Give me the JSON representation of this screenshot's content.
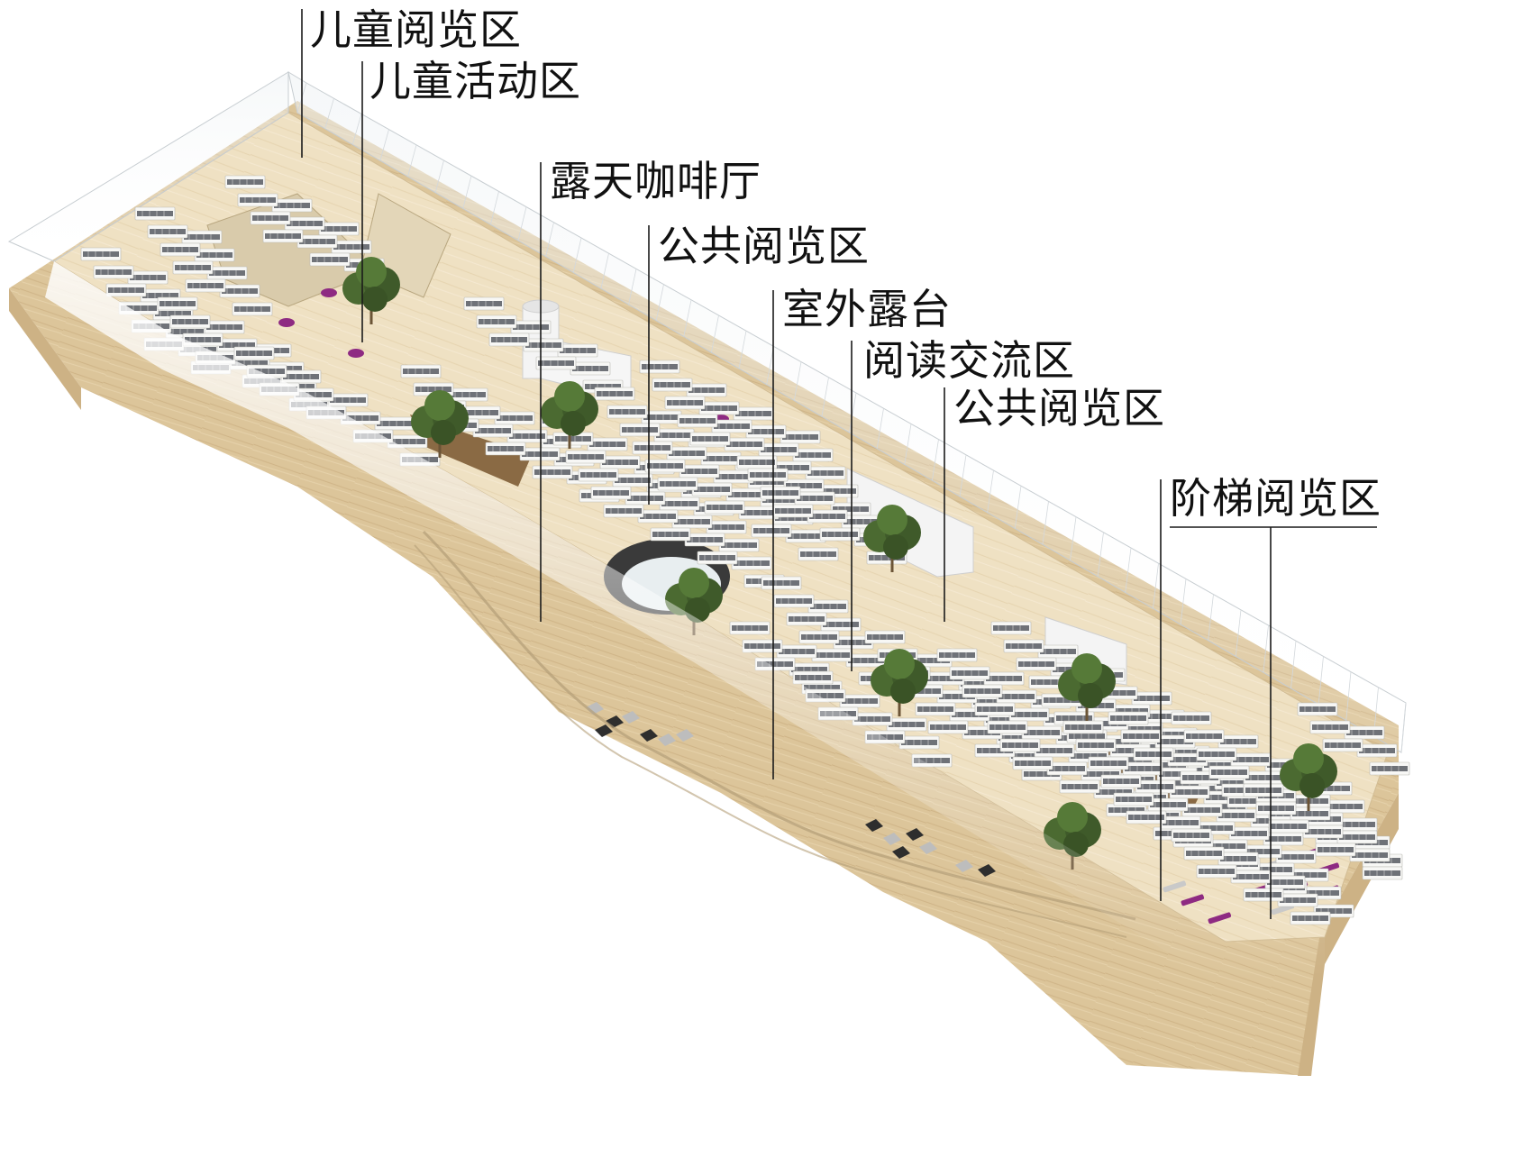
{
  "colors": {
    "floor": "#eedfc0",
    "wood_side": "#dcc59a",
    "wood_front": "#cdb285",
    "shelf": "#f7f7f5",
    "shelf_books": "#6f7278",
    "tree": "#3f5a2a",
    "accent_purple": "#8e2a82",
    "leader_line": "#1a1a1a",
    "label_text": "#111111"
  },
  "icons": {
    "tree": "tree-icon",
    "bookshelf": "bookshelf-icon",
    "seat_cushion": "seat-cushion-icon",
    "rock": "rock-icon"
  },
  "labels": {
    "children_reading": "儿童阅览区",
    "children_activity": "儿童活动区",
    "open_air_cafe": "露天咖啡厅",
    "public_reading_1": "公共阅览区",
    "outdoor_terrace": "室外露台",
    "reading_exchange": "阅读交流区",
    "public_reading_2": "公共阅览区",
    "stepped_reading": "阶梯阅览区"
  }
}
